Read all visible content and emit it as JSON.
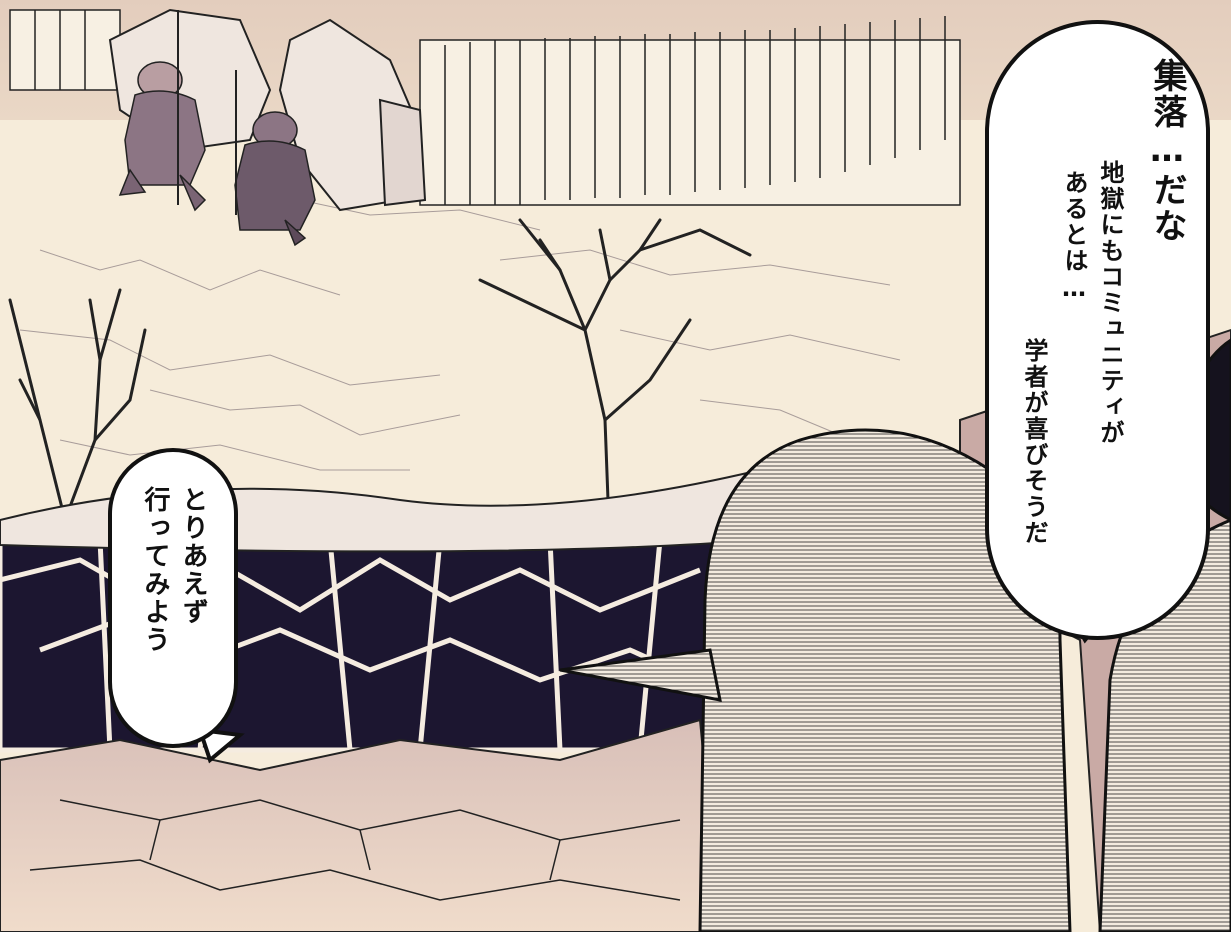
{
  "speech": {
    "right_bubble": {
      "line1": "集落…だな",
      "line2": "地獄にもコミュニティが",
      "line3": "あるとは…",
      "line4": "学者が喜びそうだ"
    },
    "left_bubble": {
      "line1": "とりあえず",
      "line2": "行ってみよう"
    }
  },
  "colors": {
    "ink": "#111111",
    "paper": "#f6ecda",
    "rock": "#c9aaa5",
    "pit": "#1c1630",
    "creature": "#6d5a6a"
  }
}
